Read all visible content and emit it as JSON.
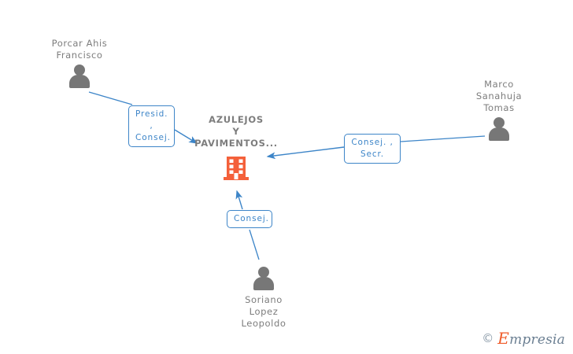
{
  "diagram": {
    "type": "org-relationship-graph",
    "background_color": "#ffffff",
    "edge_color": "#3d85c8",
    "person_color": "#777777",
    "company_color": "#ef5a28",
    "label_text_color": "#7d7d7d"
  },
  "company": {
    "name": "AZULEJOS\nY\nPAVIMENTOS...",
    "icon": "building-icon",
    "color": "#ef5a28"
  },
  "people": [
    {
      "id": "porcar-ahis-francisco",
      "name": "Porcar Ahis\nFrancisco",
      "icon": "person-icon",
      "role_label": "Presid. ,\nConsej."
    },
    {
      "id": "marco-sanahuja-tomas",
      "name": "Marco\nSanahuja\nTomas",
      "icon": "person-icon",
      "role_label": "Consej. ,\nSecr."
    },
    {
      "id": "soriano-lopez-leopoldo",
      "name": "Soriano\nLopez\nLeopoldo",
      "icon": "person-icon",
      "role_label": "Consej."
    }
  ],
  "watermark": {
    "copyright": "©",
    "brand_initial": "E",
    "brand_rest": "mpresia"
  }
}
